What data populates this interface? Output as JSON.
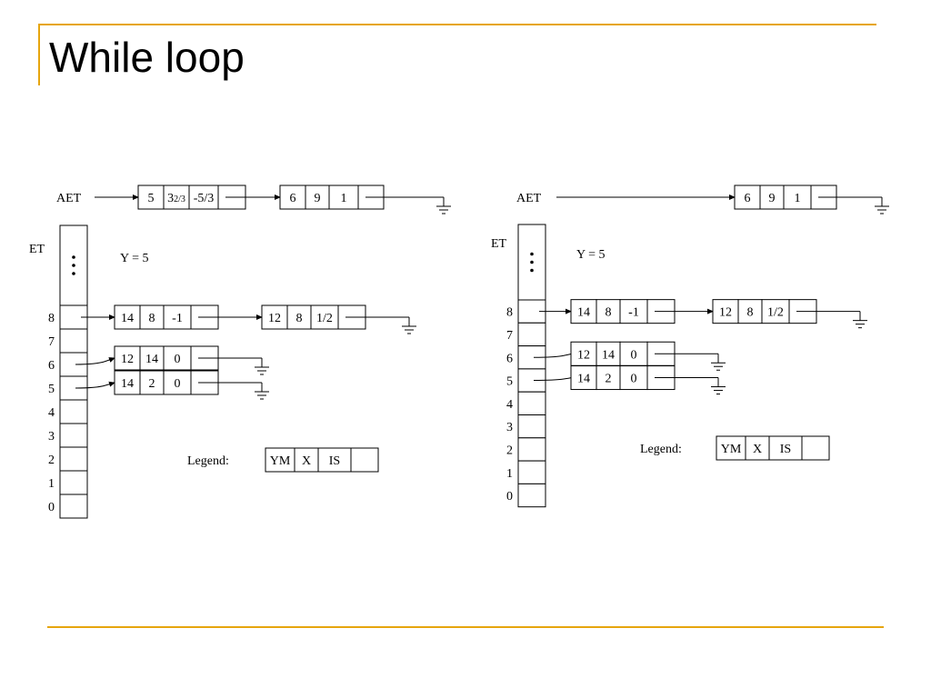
{
  "slide": {
    "title": "While loop"
  },
  "colors": {
    "accent": "#E6A50E",
    "text": "#000000",
    "background": "#ffffff"
  },
  "diagram_left": {
    "aet_label": "AET",
    "aet_nodes": [
      [
        "5",
        "32/3",
        "-5/3"
      ],
      [
        "6",
        "9",
        "1"
      ]
    ],
    "et_label": "ET",
    "y_label": "Y = 5",
    "et_rows": [
      "8",
      "7",
      "6",
      "5",
      "4",
      "3",
      "2",
      "1",
      "0"
    ],
    "et_lists": {
      "8": [
        [
          "14",
          "8",
          "-1"
        ],
        [
          "12",
          "8",
          "1/2"
        ]
      ],
      "6": [
        [
          "12",
          "14",
          "0"
        ]
      ],
      "5": [
        [
          "14",
          "2",
          "0"
        ]
      ]
    },
    "legend_label": "Legend:",
    "legend_fields": [
      "YM",
      "X",
      "IS"
    ]
  },
  "diagram_right": {
    "aet_label": "AET",
    "aet_nodes": [
      [
        "6",
        "9",
        "1"
      ]
    ],
    "et_label": "ET",
    "y_label": "Y = 5",
    "et_rows": [
      "8",
      "7",
      "6",
      "5",
      "4",
      "3",
      "2",
      "1",
      "0"
    ],
    "et_lists": {
      "8": [
        [
          "14",
          "8",
          "-1"
        ],
        [
          "12",
          "8",
          "1/2"
        ]
      ],
      "6": [
        [
          "12",
          "14",
          "0"
        ]
      ],
      "5": [
        [
          "14",
          "2",
          "0"
        ]
      ]
    },
    "legend_label": "Legend:",
    "legend_fields": [
      "YM",
      "X",
      "IS"
    ]
  }
}
